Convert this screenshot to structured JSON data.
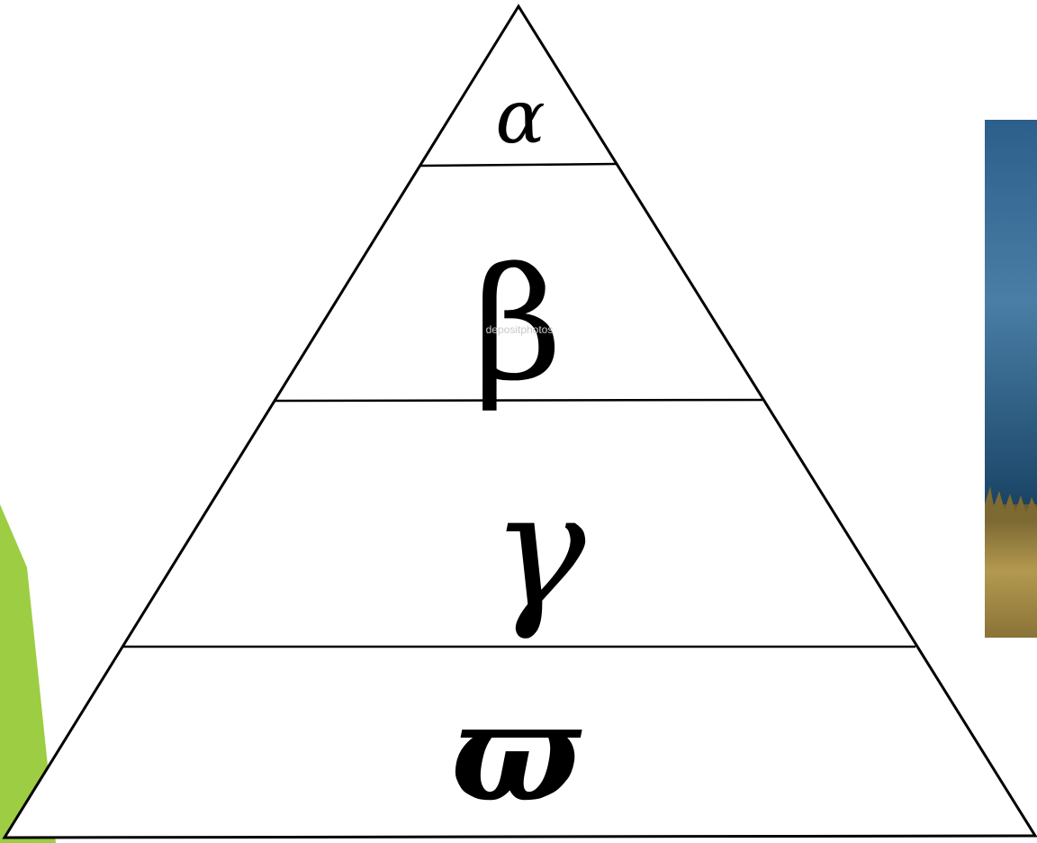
{
  "pyramid": {
    "levels": [
      {
        "symbol": "α"
      },
      {
        "symbol": "β"
      },
      {
        "symbol": "γ"
      },
      {
        "symbol": "ϖ"
      }
    ]
  },
  "watermark": "depositphotos",
  "colors": {
    "background": "#ffffff",
    "outline": "#000000",
    "accent_green": "#9dcd43",
    "photo_sky": "#2f5f86",
    "photo_grass": "#a38a45"
  }
}
